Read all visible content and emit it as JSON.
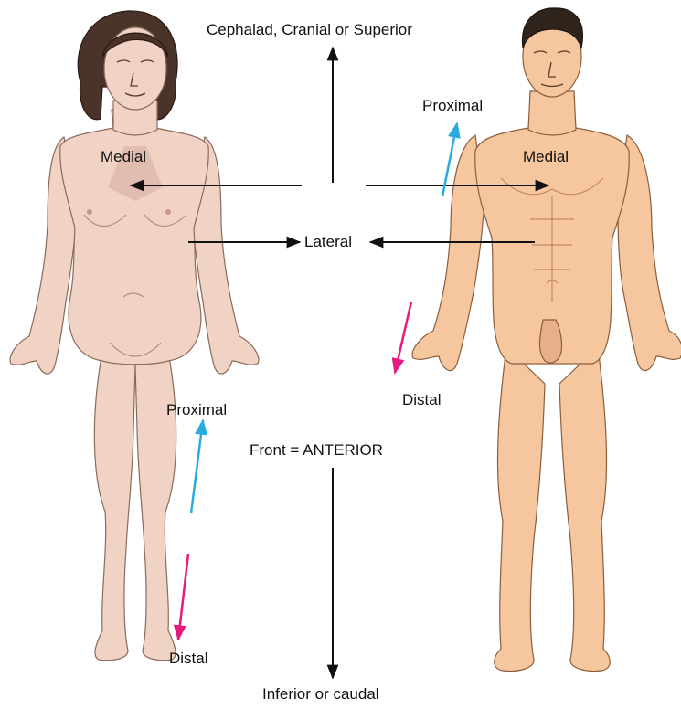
{
  "labels": {
    "superior": "Cephalad, Cranial or Superior",
    "inferior": "Inferior or caudal",
    "front": "Front = ANTERIOR",
    "lateral": "Lateral",
    "medial_left": "Medial",
    "medial_right": "Medial",
    "proximal_left": "Proximal",
    "proximal_right": "Proximal",
    "distal_left": "Distal",
    "distal_right": "Distal"
  },
  "figures": [
    "female-anterior-view",
    "male-anterior-view"
  ],
  "colors": {
    "female_skin": "#f1d3c6",
    "male_skin": "#f6c69f",
    "hair_female": "#4a3328",
    "hair_male": "#2e241c",
    "outline": "#8a6a5a",
    "arrow_black": "#111111",
    "proximal_arrow": "#29abe2",
    "distal_arrow": "#e6197d"
  }
}
